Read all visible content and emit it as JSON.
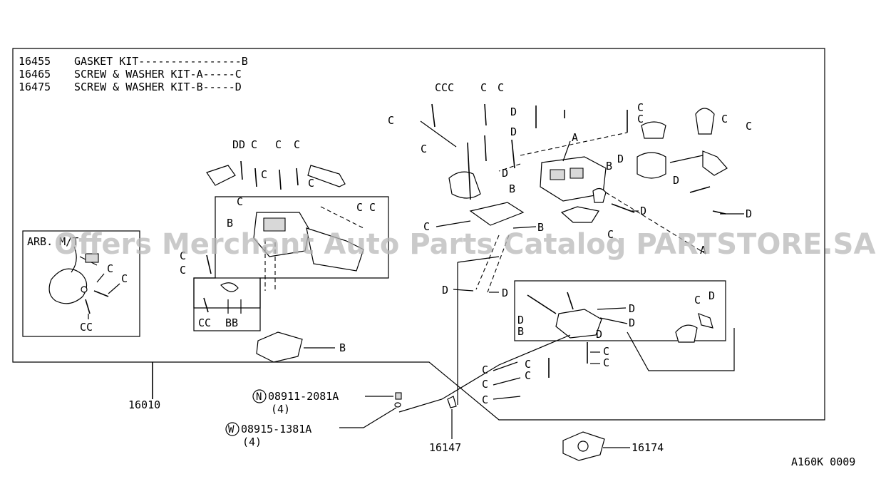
{
  "legend": {
    "rows": [
      {
        "num": "16455",
        "text": "GASKET KIT----------------B"
      },
      {
        "num": "16465",
        "text": "SCREW & WASHER KIT-A-----C"
      },
      {
        "num": "16475",
        "text": "SCREW & WASHER KIT-B-----D"
      }
    ]
  },
  "inset": {
    "title": "ARB. M/T"
  },
  "parts": {
    "carb_assembly": "16010",
    "nut_number": "08911-2081A",
    "nut_qty": "(4)",
    "nut_prefix": "N",
    "washer_number": "08915-1381A",
    "washer_qty": "(4)",
    "washer_prefix": "W",
    "part_16147": "16147",
    "part_16174": "16174"
  },
  "callouts": {
    "C": "C",
    "D": "D",
    "B": "B",
    "A": "A",
    "CCC": "CCC",
    "CC": "CC",
    "DD": "DD",
    "BB": "BB"
  },
  "diagram_code": "A160K 0009",
  "watermark": "Offers Merchant Auto Parts Catalog PARTSTORE.SA"
}
